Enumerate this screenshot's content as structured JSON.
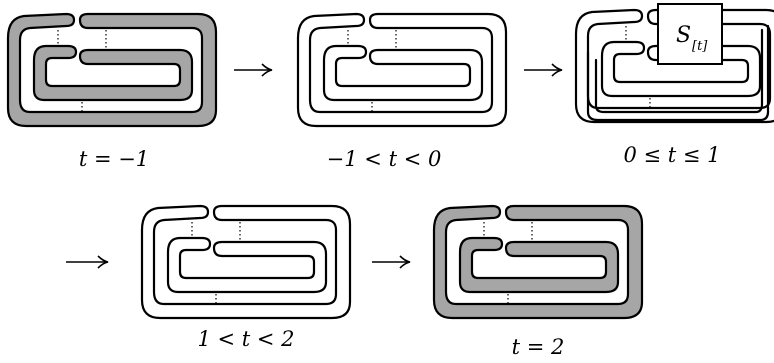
{
  "colors": {
    "shaded": "#a6a6a6",
    "stroke": "#000000"
  },
  "panels": [
    {
      "label": "t = −1",
      "style": "shaded"
    },
    {
      "label": "−1 < t < 0",
      "style": "outline"
    },
    {
      "label": "0 ≤ t ≤ 1",
      "style": "outline-box"
    },
    {
      "label": "1 < t < 2",
      "style": "outline"
    },
    {
      "label": "t = 2",
      "style": "shaded"
    }
  ],
  "box": {
    "label": "S",
    "subscript": "[t]"
  },
  "arrows": [
    "⟶",
    "⟶",
    "⟶",
    "⟶"
  ]
}
